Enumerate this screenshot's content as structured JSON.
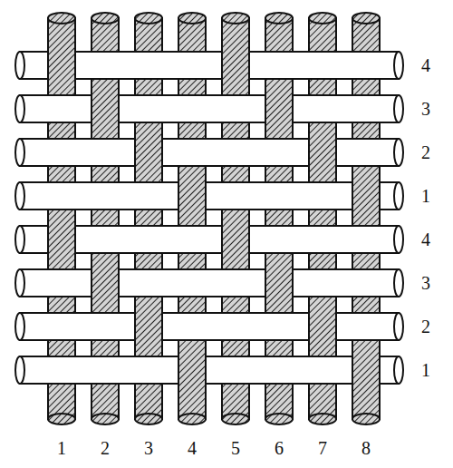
{
  "diagram": {
    "labels": [
      "4",
      "3",
      "2",
      "1",
      "4",
      "3",
      "2",
      "1",
      "1",
      "2",
      "3",
      "4",
      "5",
      "6",
      "7",
      "8"
    ]
  }
}
